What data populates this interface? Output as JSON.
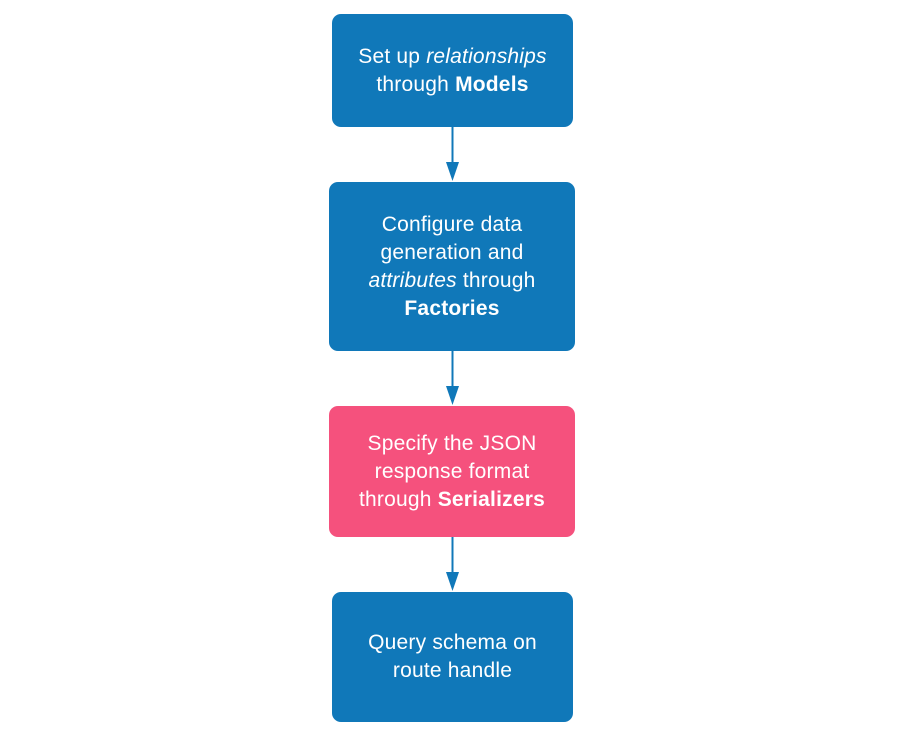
{
  "diagram": {
    "background": "#ffffff",
    "arrow": {
      "color": "#1078B9",
      "line_width": 2
    },
    "nodes": [
      {
        "id": "models",
        "fill": "#1078B9",
        "text_color": "#ffffff",
        "lines": [
          [
            {
              "text": "Set up ",
              "style": "normal"
            },
            {
              "text": "relationships",
              "style": "italic"
            }
          ],
          [
            {
              "text": "through ",
              "style": "normal"
            },
            {
              "text": "Models",
              "style": "bold"
            }
          ]
        ]
      },
      {
        "id": "factories",
        "fill": "#1078B9",
        "text_color": "#ffffff",
        "lines": [
          [
            {
              "text": "Configure data",
              "style": "normal"
            }
          ],
          [
            {
              "text": "generation and",
              "style": "normal"
            }
          ],
          [
            {
              "text": "attributes",
              "style": "italic"
            },
            {
              "text": " through",
              "style": "normal"
            }
          ],
          [
            {
              "text": "Factories",
              "style": "bold"
            }
          ]
        ]
      },
      {
        "id": "serializers",
        "fill": "#F5517D",
        "text_color": "#ffffff",
        "lines": [
          [
            {
              "text": "Specify the JSON",
              "style": "normal"
            }
          ],
          [
            {
              "text": "response format",
              "style": "normal"
            }
          ],
          [
            {
              "text": "through ",
              "style": "normal"
            },
            {
              "text": "Serializers",
              "style": "bold"
            }
          ]
        ]
      },
      {
        "id": "route-handle",
        "fill": "#1078B9",
        "text_color": "#ffffff",
        "lines": [
          [
            {
              "text": "Query schema on",
              "style": "normal"
            }
          ],
          [
            {
              "text": "route handle",
              "style": "normal"
            }
          ]
        ]
      }
    ]
  }
}
